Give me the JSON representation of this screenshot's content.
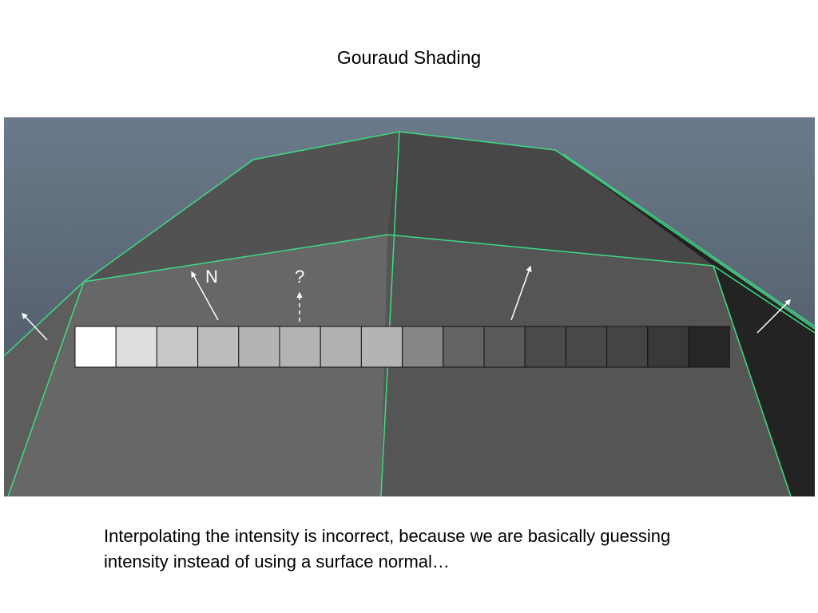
{
  "title": "Gouraud Shading",
  "caption": "Interpolating the intensity is incorrect, because we are basically guessing intensity instead of using a surface normal…",
  "viewport": {
    "background_top": "#6b7a8b",
    "background_bottom": "#47505b",
    "wire_color": "#3ddc84",
    "faces": {
      "left_lower": "#5d5d5d",
      "upper_left": "#525252",
      "upper_right": "#474747",
      "front_left": "#676767",
      "front_right": "#555555",
      "right_side": "#232323"
    }
  },
  "normal_labels": {
    "normal": "N",
    "unknown": "?"
  },
  "intensity_strip": {
    "colors": [
      "#ffffff",
      "#dedede",
      "#c8c8c8",
      "#bcbcbc",
      "#b4b4b4",
      "#b2b2b2",
      "#b0b0b0",
      "#b4b4b4",
      "#868686",
      "#646464",
      "#5a5a5a",
      "#4a4a4a",
      "#484848",
      "#444444",
      "#393939",
      "#262626"
    ]
  }
}
